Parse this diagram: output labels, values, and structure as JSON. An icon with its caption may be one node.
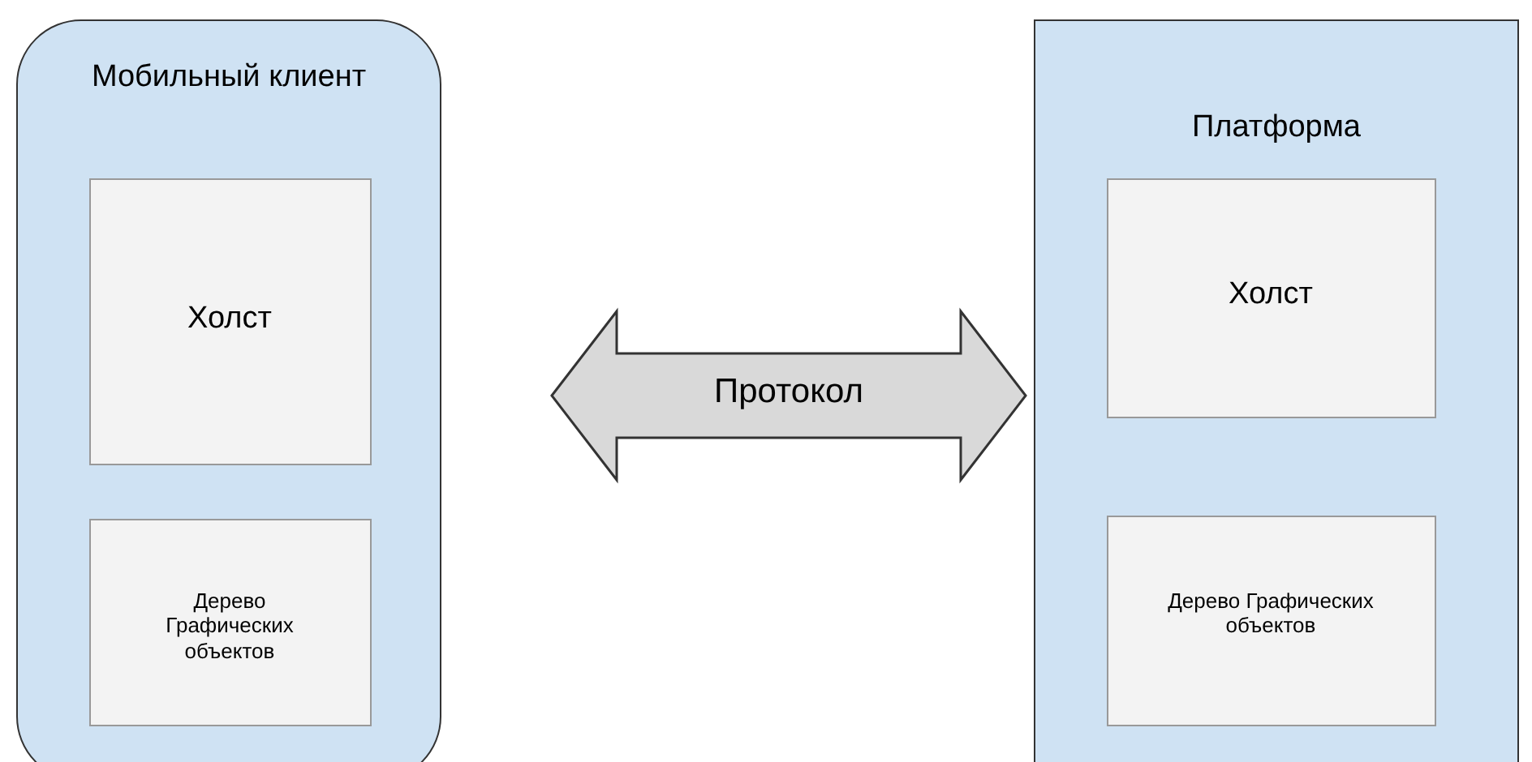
{
  "diagram": {
    "nodes": [
      {
        "text": [
          "Мобильный клиент"
        ]
      },
      {
        "text": [
          "Холст"
        ],
        "in": 0
      },
      {
        "text": [
          "Дерево Графических объектов"
        ],
        "in": 0
      },
      {
        "text": [
          "Платформа"
        ]
      },
      {
        "text": [
          "Холст"
        ],
        "in": 3
      },
      {
        "text": [
          "Дерево Графических объектов"
        ],
        "in": 3
      }
    ],
    "edges": [
      {
        "from": 0,
        "to": 3,
        "label": "Протокол",
        "arrow": "both"
      }
    ]
  }
}
